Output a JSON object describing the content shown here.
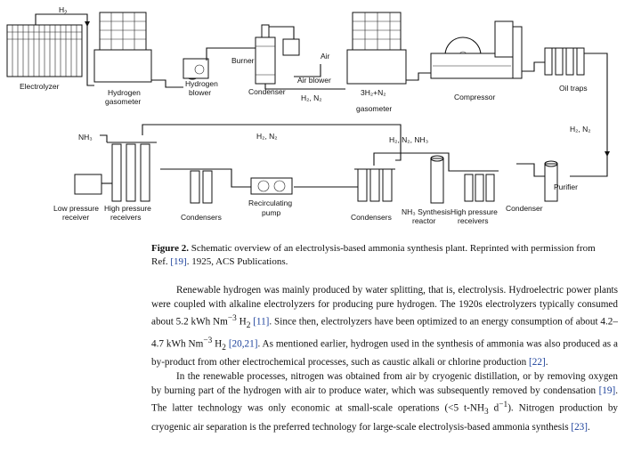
{
  "diagram": {
    "labels": {
      "h2_top": "H",
      "h2_top_sub": "2",
      "electrolyzer": "Electrolyzer",
      "hydrogen_gasometer_1": "Hydrogen",
      "hydrogen_gasometer_2": "gasometer",
      "hydrogen_blower_1": "Hydrogen",
      "hydrogen_blower_2": "blower",
      "burner": "Burner",
      "air": "Air",
      "air_blower": "Air blower",
      "condenser_top": "Condenser",
      "h2n2_mid": "H₂, N₂",
      "mix_gasometer_1": "3H₂+N₂",
      "mix_gasometer_2": "gasometer",
      "compressor": "Compressor",
      "oil_traps": "Oil traps",
      "h2n2_right": "H₂, N₂",
      "nh3_left": "NH₃",
      "h2n2_bottom": "H₂, N₂",
      "h2n2nh3": "H₂, N₂, NH₃",
      "purifier": "Purifier",
      "lp_receiver_1": "Low pressure",
      "lp_receiver_2": "receiver",
      "hp_receivers_1": "High pressure",
      "hp_receivers_2": "receivers",
      "condensers_left": "Condensers",
      "recirc_1": "Recirculating",
      "recirc_2": "pump",
      "condensers_mid": "Condensers",
      "synthesis_1": "NH₃ Synthesis",
      "synthesis_2": "reactor",
      "hp_receivers_r1": "High pressure",
      "hp_receivers_r2": "receivers",
      "condenser_bottom": "Condenser"
    }
  },
  "caption": {
    "label": "Figure 2.",
    "text_before": " Schematic overview of an electrolysis-based ammonia synthesis plant. Reprinted with permission from Ref. ",
    "ref": "[19]",
    "text_after": ". 1925, ACS Publications."
  },
  "paragraphs": {
    "p1_a": "Renewable hydrogen was mainly produced by water splitting, that is, electrolysis. Hydroelectric power plants were coupled with alkaline electrolyzers for producing pure hydrogen. The 1920s electrolyzers typically consumed about 5.2 kWh Nm",
    "p1_sup1": "−3",
    "p1_b": " H",
    "p1_sub1": "2",
    "p1_c": " ",
    "p1_ref1": "[11]",
    "p1_d": ". Since then, electrolyzers have been optimized to an energy consumption of about 4.2–4.7 kWh Nm",
    "p1_sup2": "−3",
    "p1_e": " H",
    "p1_sub2": "2",
    "p1_f": " ",
    "p1_ref2": "[20,21]",
    "p1_g": ". As mentioned earlier, hydrogen used in the synthesis of ammonia was also produced as a by-product from other electrochemical processes, such as caustic alkali or chlorine production ",
    "p1_ref3": "[22]",
    "p1_h": ".",
    "p2_a": "In the renewable processes, nitrogen was obtained from air by cryogenic distillation, or by removing oxygen by burning part of the hydrogen with air to produce water, which was subsequently removed by condensation ",
    "p2_ref1": "[19]",
    "p2_b": ". The latter technology was only economic at small-scale operations (<5 t-NH",
    "p2_sub1": "3",
    "p2_c": " d",
    "p2_sup1": "−1",
    "p2_d": "). Nitrogen production by cryogenic air separation is the preferred technology for large-scale electrolysis-based ammonia synthesis ",
    "p2_ref2": "[23]",
    "p2_e": "."
  }
}
